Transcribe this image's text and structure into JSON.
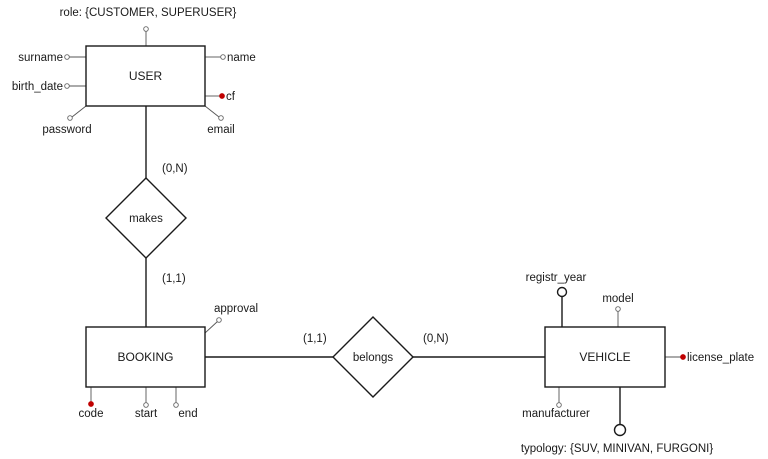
{
  "entities": {
    "user": "USER",
    "booking": "BOOKING",
    "vehicle": "VEHICLE"
  },
  "relationships": {
    "makes": "makes",
    "belongs": "belongs"
  },
  "cardinalities": {
    "user_makes": "(0,N)",
    "booking_makes": "(1,1)",
    "booking_belongs": "(1,1)",
    "vehicle_belongs": "(0,N)"
  },
  "attributes": {
    "user": {
      "role": "role: {CUSTOMER, SUPERUSER}",
      "surname": "surname",
      "name": "name",
      "birth_date": "birth_date",
      "cf": "cf",
      "password": "password",
      "email": "email"
    },
    "booking": {
      "approval": "approval",
      "code": "code",
      "start": "start",
      "end": "end"
    },
    "vehicle": {
      "registr_year": "registr_year",
      "model": "model",
      "license_plate": "license_plate",
      "manufacturer": "manufacturer",
      "typology": "typology: {SUV, MINIVAN, FURGONI}"
    }
  },
  "colors": {
    "key_marker": "#c00000",
    "stroke": "#1a1a1a"
  }
}
